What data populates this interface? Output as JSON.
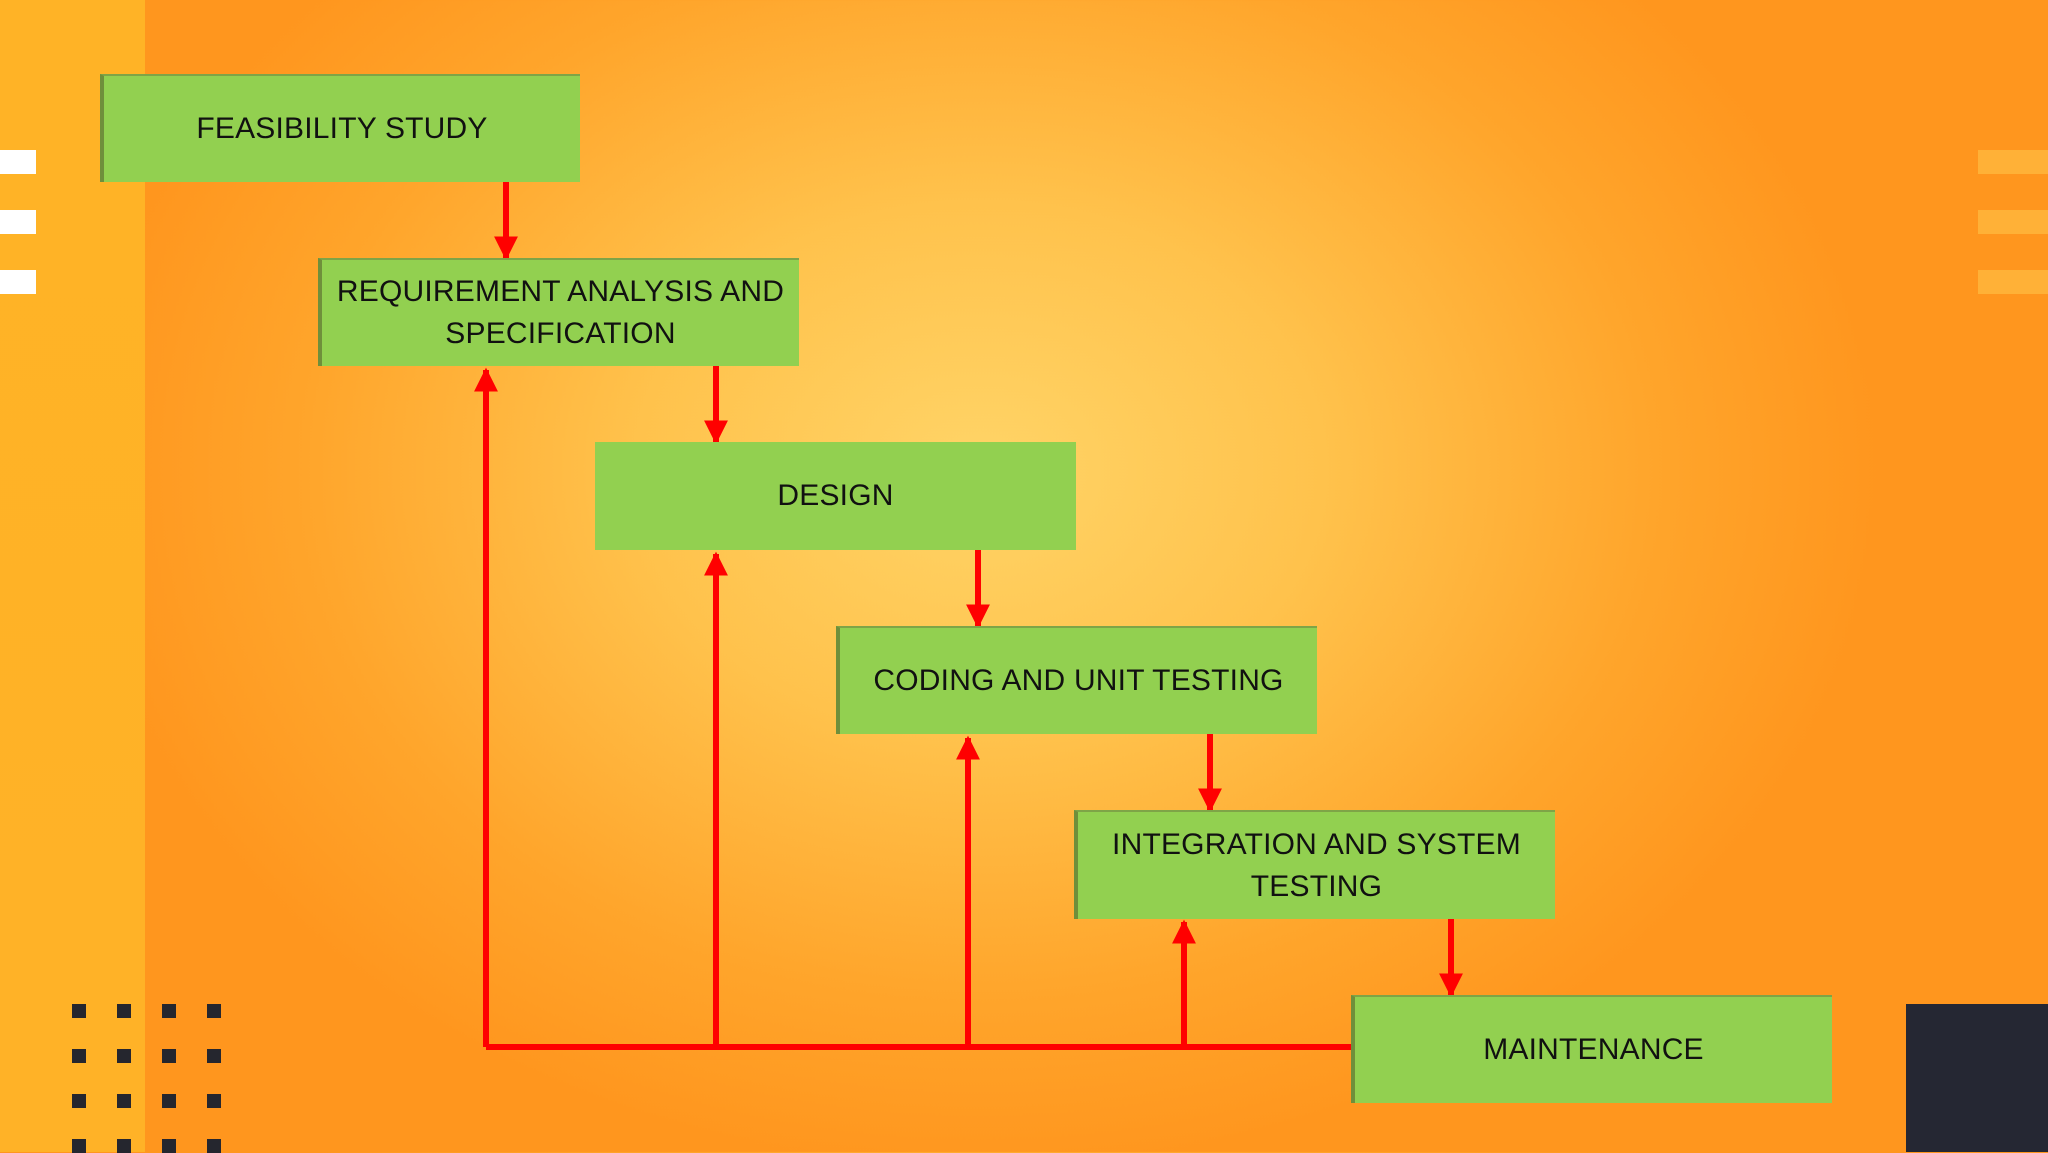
{
  "diagram": {
    "stages": [
      {
        "id": "feasibility",
        "label": "FEASIBILITY STUDY"
      },
      {
        "id": "requirements",
        "label": "REQUIREMENT ANALYSIS AND\nSPECIFICATION"
      },
      {
        "id": "design",
        "label": "DESIGN"
      },
      {
        "id": "coding",
        "label": "CODING AND UNIT TESTING"
      },
      {
        "id": "integration",
        "label": "INTEGRATION AND SYSTEM\nTESTING"
      },
      {
        "id": "maintenance",
        "label": "MAINTENANCE"
      }
    ],
    "forward_links": [
      [
        "feasibility",
        "requirements"
      ],
      [
        "requirements",
        "design"
      ],
      [
        "design",
        "coding"
      ],
      [
        "coding",
        "integration"
      ],
      [
        "integration",
        "maintenance"
      ]
    ],
    "feedback_links": [
      [
        "maintenance",
        "requirements"
      ],
      [
        "maintenance",
        "design"
      ],
      [
        "maintenance",
        "coding"
      ],
      [
        "maintenance",
        "integration"
      ]
    ],
    "colors": {
      "box_fill": "#92d050",
      "arrow": "#ff0000",
      "background": "#ffc24c"
    }
  }
}
